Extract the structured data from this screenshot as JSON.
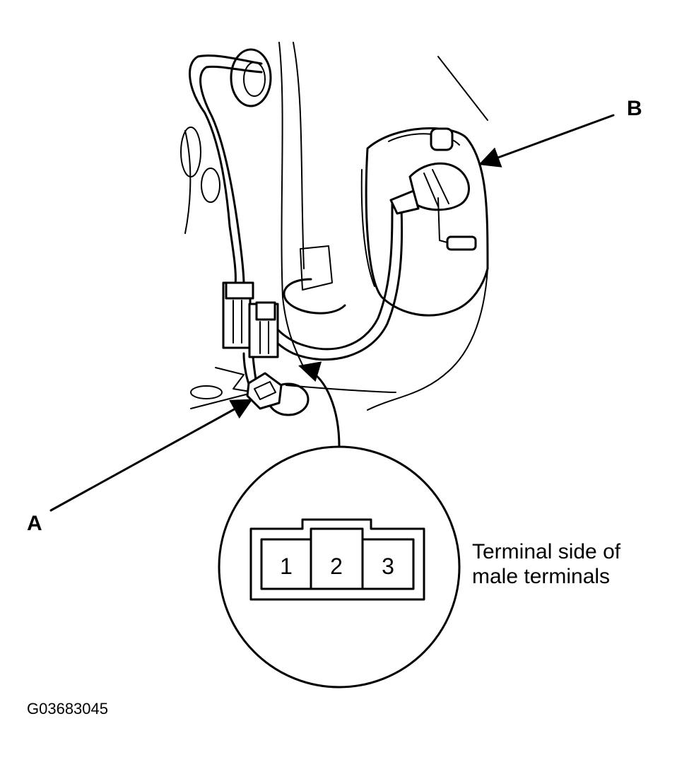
{
  "callouts": {
    "a": "A",
    "b": "B"
  },
  "connector_pins": [
    "1",
    "2",
    "3"
  ],
  "caption": {
    "line1": "Terminal side of",
    "line2": "male terminals"
  },
  "figure_code": "G03683045"
}
